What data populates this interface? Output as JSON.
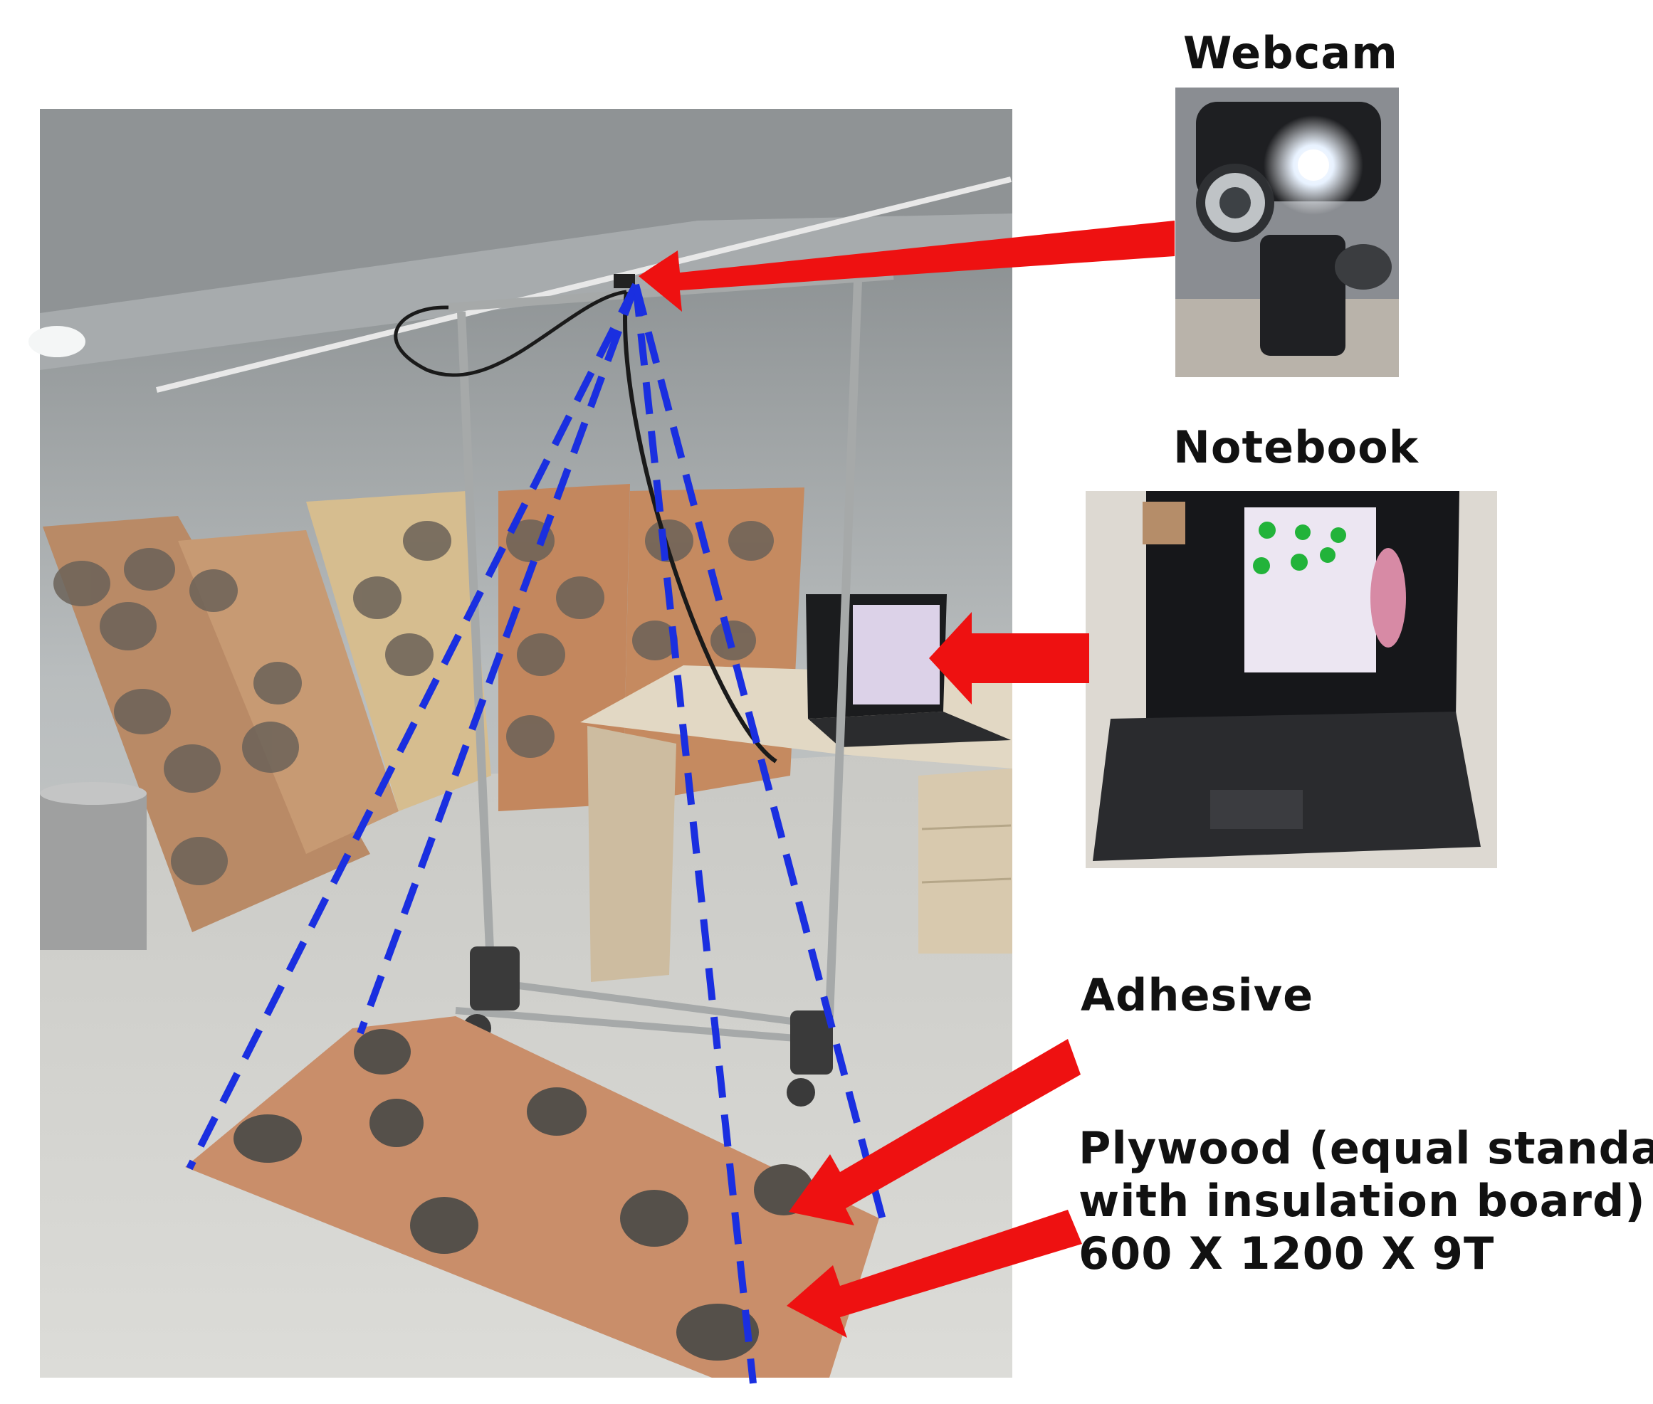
{
  "labels": {
    "webcam": "Webcam",
    "notebook": "Notebook",
    "adhesive": "Adhesive",
    "plywood_line1": "Plywood  (equal  standard",
    "plywood_line2": "with insulation board)",
    "plywood_line3": "600 X 1200 X 9T"
  },
  "colors": {
    "arrow": "#ee1111",
    "camera_view_lines": "#1a2fe0",
    "plywood": "#c98e6a",
    "adhesive": "#55504a"
  }
}
